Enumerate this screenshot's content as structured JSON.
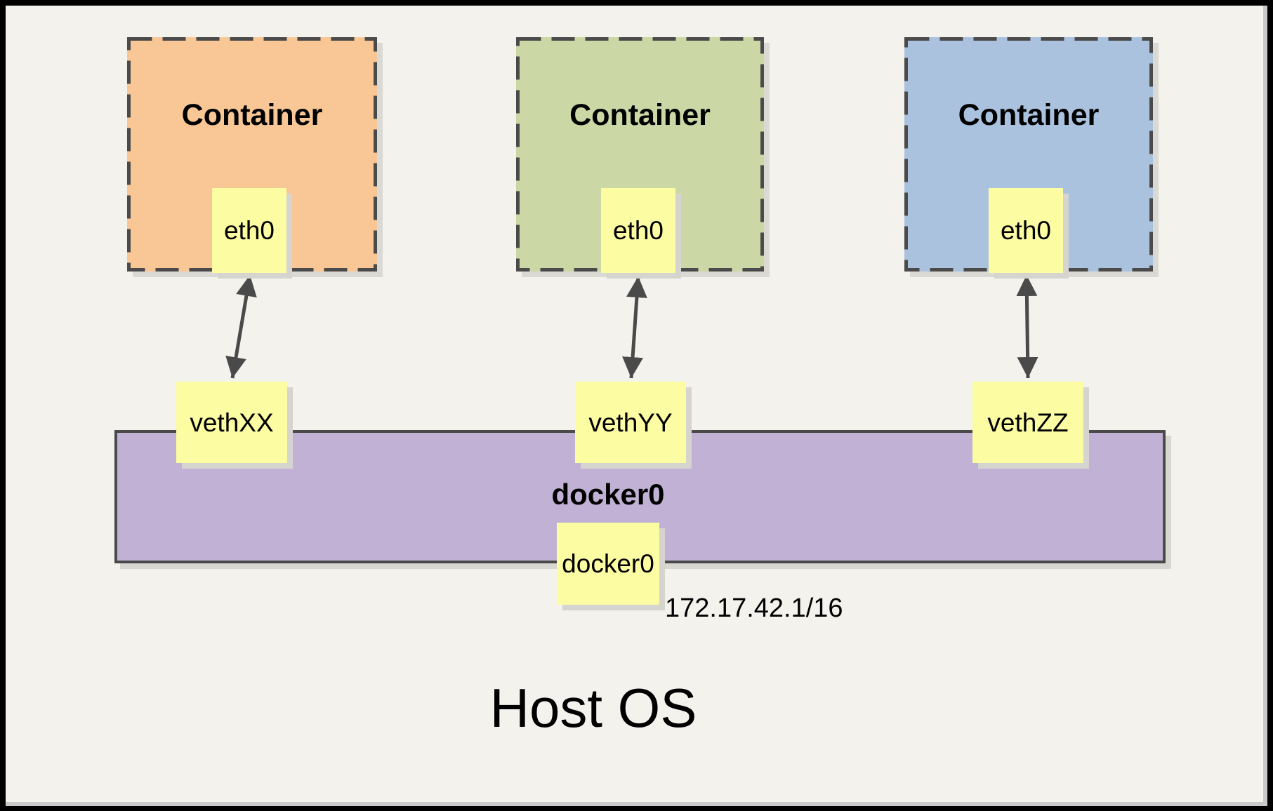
{
  "containers": [
    {
      "title": "Container",
      "eth_label": "eth0",
      "veth_label": "vethXX"
    },
    {
      "title": "Container",
      "eth_label": "eth0",
      "veth_label": "vethYY"
    },
    {
      "title": "Container",
      "eth_label": "eth0",
      "veth_label": "vethZZ"
    }
  ],
  "bridge": {
    "title": "docker0",
    "interface_label": "docker0",
    "ip": "172.17.42.1/16"
  },
  "host": {
    "label": "Host OS"
  },
  "colors": {
    "background": "#F4F2ED",
    "container_orange": "#F8C795",
    "container_green": "#CBD8A6",
    "container_blue": "#ABC2DF",
    "note_yellow": "#FCFCA3",
    "bridge_purple": "#C1B2D5",
    "stroke_gray": "#4A4A4A",
    "shadow_gray": "#D6D4CF",
    "outer_frame_black": "#000000",
    "inner_band_gray": "#C9C9C9"
  }
}
